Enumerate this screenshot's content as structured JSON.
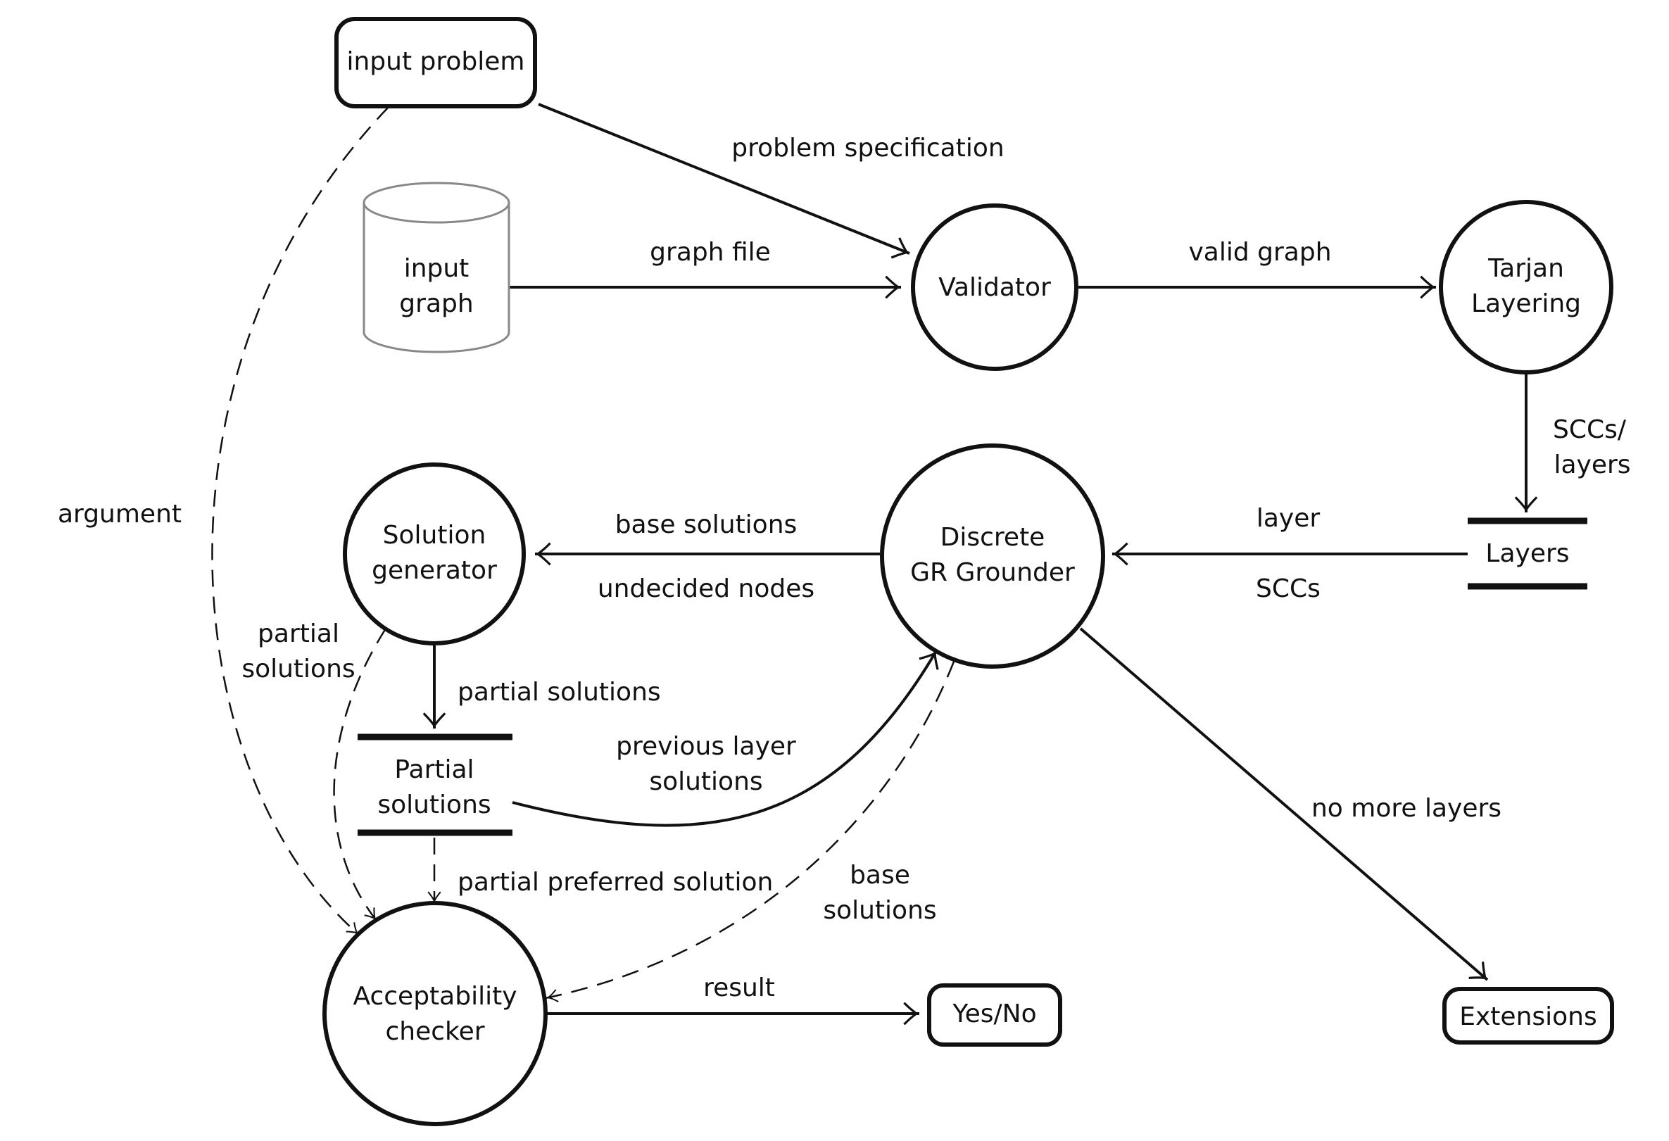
{
  "nodes": {
    "input_problem": "input problem",
    "input_graph": [
      "input",
      "graph"
    ],
    "validator": "Validator",
    "tarjan": [
      "Tarjan",
      "Layering"
    ],
    "layers": "Layers",
    "grounder": [
      "Discrete",
      "GR Grounder"
    ],
    "solution_generator": [
      "Solution",
      "generator"
    ],
    "partial_solutions": [
      "Partial",
      "solutions"
    ],
    "acceptability_checker": [
      "Acceptability",
      "checker"
    ],
    "yes_no": "Yes/No",
    "extensions": "Extensions"
  },
  "edges": {
    "problem_specification": "problem specification",
    "graph_file": "graph file",
    "valid_graph": "valid graph",
    "sccs_layers": [
      "SCCs/",
      "layers"
    ],
    "layer": "layer",
    "sccs": "SCCs",
    "base_solutions_top": "base solutions",
    "undecided_nodes": "undecided nodes",
    "argument": "argument",
    "partial_solutions_dashed": [
      "partial",
      "solutions"
    ],
    "partial_solutions_arrow": "partial solutions",
    "previous_layer_solutions": [
      "previous layer",
      "solutions"
    ],
    "partial_preferred_solution": "partial preferred solution",
    "base_solutions_dashed": [
      "base",
      "solutions"
    ],
    "result": "result",
    "no_more_layers": "no more layers"
  }
}
